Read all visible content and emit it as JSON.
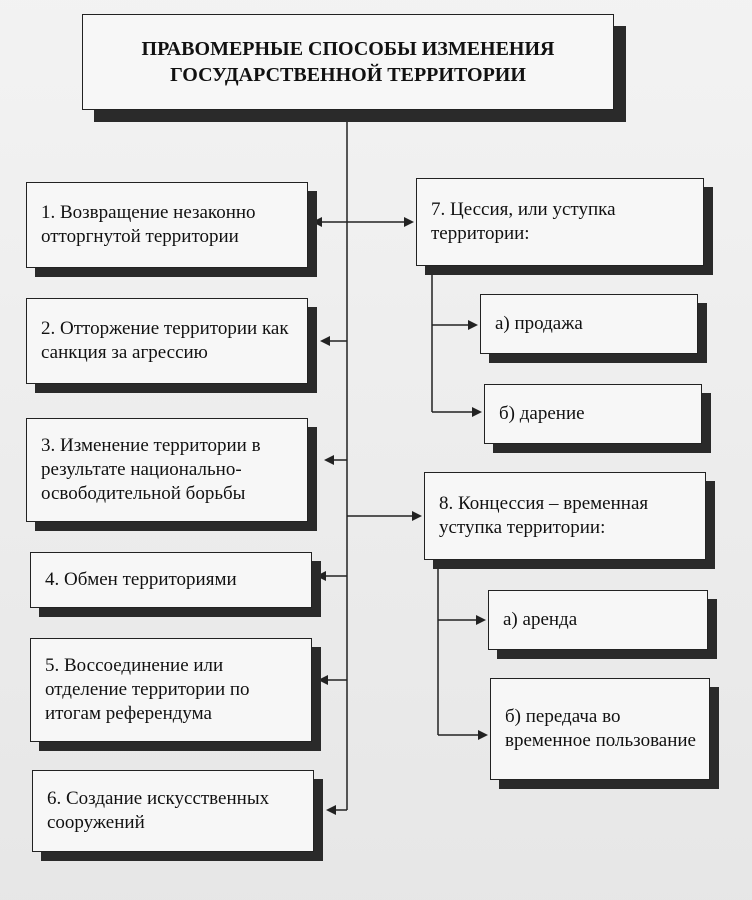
{
  "title": "ПРАВОМЕРНЫЕ СПОСОБЫ ИЗМЕНЕНИЯ ГОСУДАРСТВЕННОЙ ТЕРРИТОРИИ",
  "left_items": [
    "1. Возвращение незаконно отторгнутой территории",
    "2. Отторжение территории как санкция за агрессию",
    "3. Изменение территории в результате национально-освободительной борьбы",
    "4. Обмен территориями",
    "5. Воссоединение или отделение территории по итогам референдума",
    "6. Создание искусственных сооружений"
  ],
  "right_items": [
    {
      "label": "7. Цессия, или уступка территории:",
      "sub": [
        "а) продажа",
        "б) дарение"
      ]
    },
    {
      "label": "8. Концессия – временная уступка территории:",
      "sub": [
        "а) аренда",
        "б) передача во временное пользование"
      ]
    }
  ]
}
